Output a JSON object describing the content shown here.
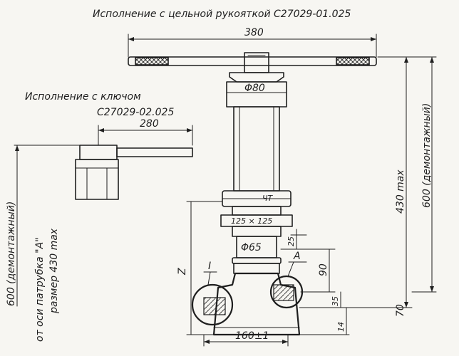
{
  "labels": {
    "title_solid_handle": "Исполнение с цельной рукояткой С27029-01.025",
    "title_key_version": "Исполнение с ключом",
    "title_key_code": "С27029-02.025",
    "note_line1": "от оси патрубка \"А\"",
    "note_line2": "размер 430 max"
  },
  "dimensions": {
    "handle_length": "380",
    "key_length": "280",
    "stem_diameter": "Φ80",
    "lower_diameter": "Φ65",
    "width_base": "160±1",
    "max_height": "430 max",
    "dismount_right": "600 (демонтажный)",
    "dismount_left": "600 (демонтажный)",
    "flange_size": "125 × 125",
    "label_ct": "ЧТ",
    "dim_25": "25",
    "dim_90": "90",
    "dim_35": "35",
    "dim_14": "14",
    "dim_70": "70",
    "z_label": "Z",
    "marker_I": "I",
    "marker_A": "A"
  }
}
